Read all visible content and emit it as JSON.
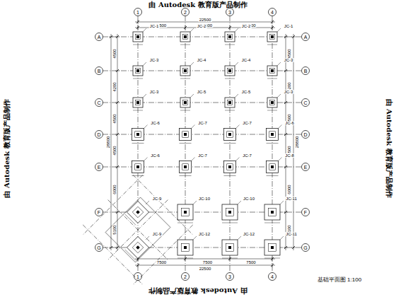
{
  "diagram": {
    "labels": [
      "由 Autodesk 教育版产品制作",
      "由 Autodesk 教育版产品制作",
      "由 Autodesk 教育版产品制作",
      "由 Autodesk 教育版产品制作",
      "1",
      "2",
      "3",
      "4",
      "1",
      "2",
      "3",
      "4",
      "A",
      "B",
      "C",
      "D",
      "E",
      "F",
      "G",
      "A",
      "B",
      "C",
      "D",
      "E",
      "F",
      "G",
      "7500",
      "7500",
      "7500",
      "22500",
      "7500",
      "7500",
      "7500",
      "22500",
      "4500",
      "4200",
      "4500",
      "4500",
      "6000",
      "5100",
      "28800",
      "4500",
      "4200",
      "4500",
      "4500",
      "6000",
      "5100",
      "28800",
      "JC-1",
      "JC-2",
      "JC-2",
      "JC-1",
      "JC-3",
      "JC-4",
      "JC-4",
      "JC-3",
      "JC-3",
      "JC-5",
      "JC-5",
      "JC-3",
      "JC-6",
      "JC-7",
      "JC-7",
      "JC-6",
      "JC-6",
      "JC-7",
      "JC-7",
      "JC-8",
      "JC-9",
      "JC-10",
      "JC-10",
      "JC-11",
      "JC-9",
      "JC-12",
      "JC-12",
      "JC-11",
      "基础平面图 1:100"
    ]
  }
}
